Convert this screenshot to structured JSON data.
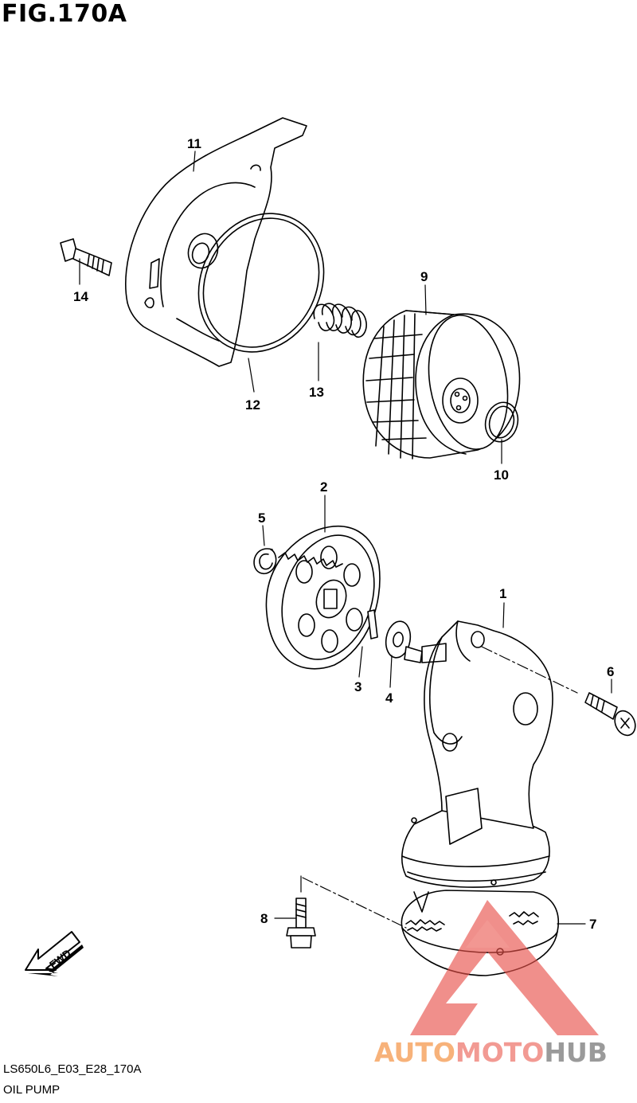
{
  "figure": {
    "title": "FIG.170A"
  },
  "footer": {
    "code": "LS650L6_E03_E28_170A",
    "name": "OIL PUMP"
  },
  "fwd_label": "FWD",
  "callouts": {
    "c1": "1",
    "c2": "2",
    "c3": "3",
    "c4": "4",
    "c5": "5",
    "c6": "6",
    "c7": "7",
    "c8": "8",
    "c9": "9",
    "c10": "10",
    "c11": "11",
    "c12": "12",
    "c13": "13",
    "c14": "14"
  },
  "watermark": {
    "part1": "AUTO",
    "part2": "MOTO",
    "part3": "HUB",
    "colors": {
      "triangle": "#e8504a",
      "auto": "#f7b27a",
      "moto": "#f29a93",
      "hub": "#9a9a9a"
    }
  }
}
